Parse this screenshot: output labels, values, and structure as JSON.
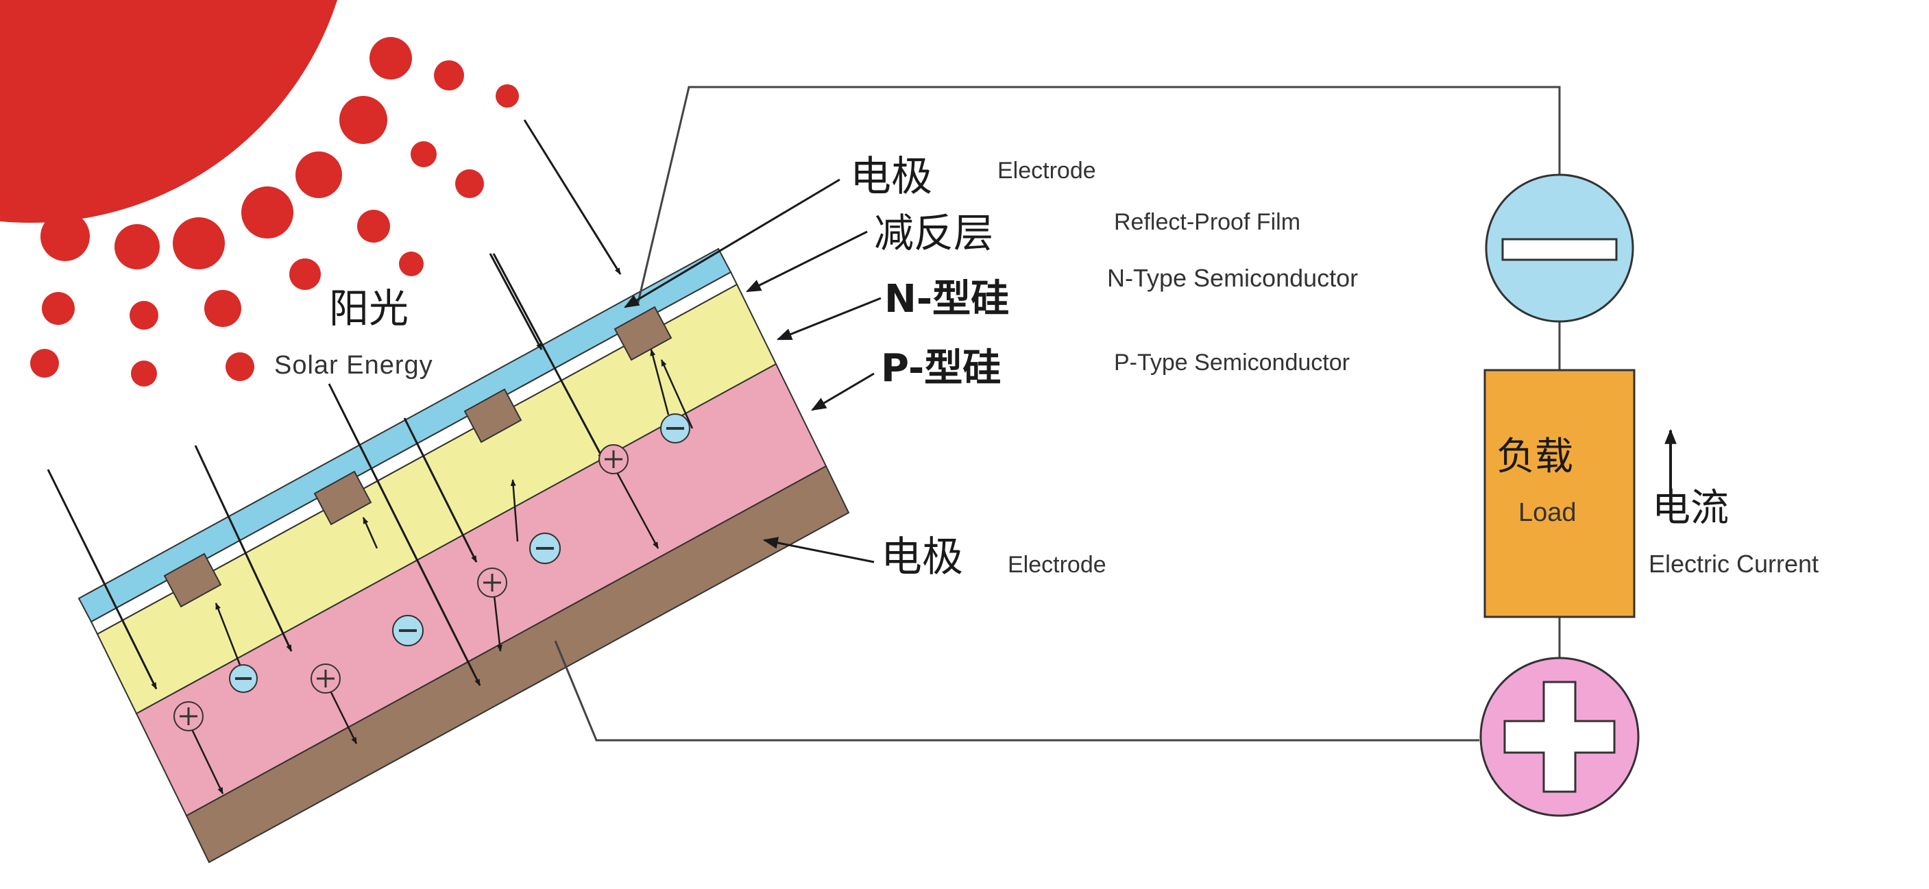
{
  "labels": {
    "sunlight_cn": "阳光",
    "sunlight_en": "Solar Energy",
    "electrode_top_cn": "电极",
    "electrode_top_en": "Electrode",
    "arc_cn": "减反层",
    "arc_en": "Reflect-Proof Film",
    "n_cn": "N-型硅",
    "n_en": "N-Type Semiconductor",
    "p_cn": "P-型硅",
    "p_en": "P-Type Semiconductor",
    "electrode_bottom_cn": "电极",
    "electrode_bottom_en": "Electrode",
    "load_cn": "负载",
    "load_en": "Load",
    "current_cn": "电流",
    "current_en": "Electric Current"
  },
  "terminals": {
    "negative": "−",
    "positive": "+"
  },
  "colors": {
    "sun": "#d92b27",
    "photon": "#d92b27",
    "electrode": "#9b7a63",
    "anti_reflection": "#86cfe6",
    "n_silicon": "#f1ef9d",
    "p_silicon": "#eda6b7",
    "load": "#f2a93b",
    "negative_terminal": "#a9dcee",
    "positive_terminal": "#f2a6d6",
    "wire": "#444444"
  }
}
